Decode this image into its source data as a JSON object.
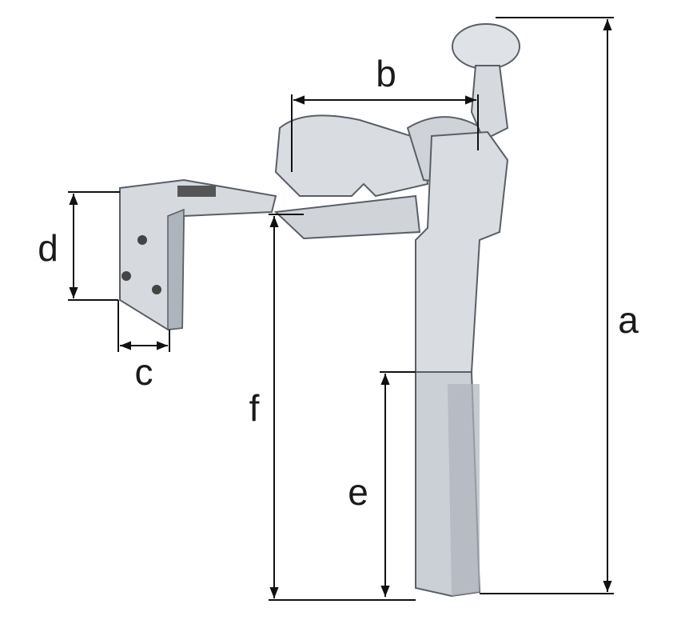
{
  "diagram": {
    "dimension_labels": {
      "a": "a",
      "b": "b",
      "c": "c",
      "d": "d",
      "e": "e",
      "f": "f"
    },
    "colors": {
      "metal_fill": "#d9dde2",
      "metal_shade": "#b8bec6",
      "outline": "#5a5f66",
      "dimension_line": "#111111"
    }
  }
}
